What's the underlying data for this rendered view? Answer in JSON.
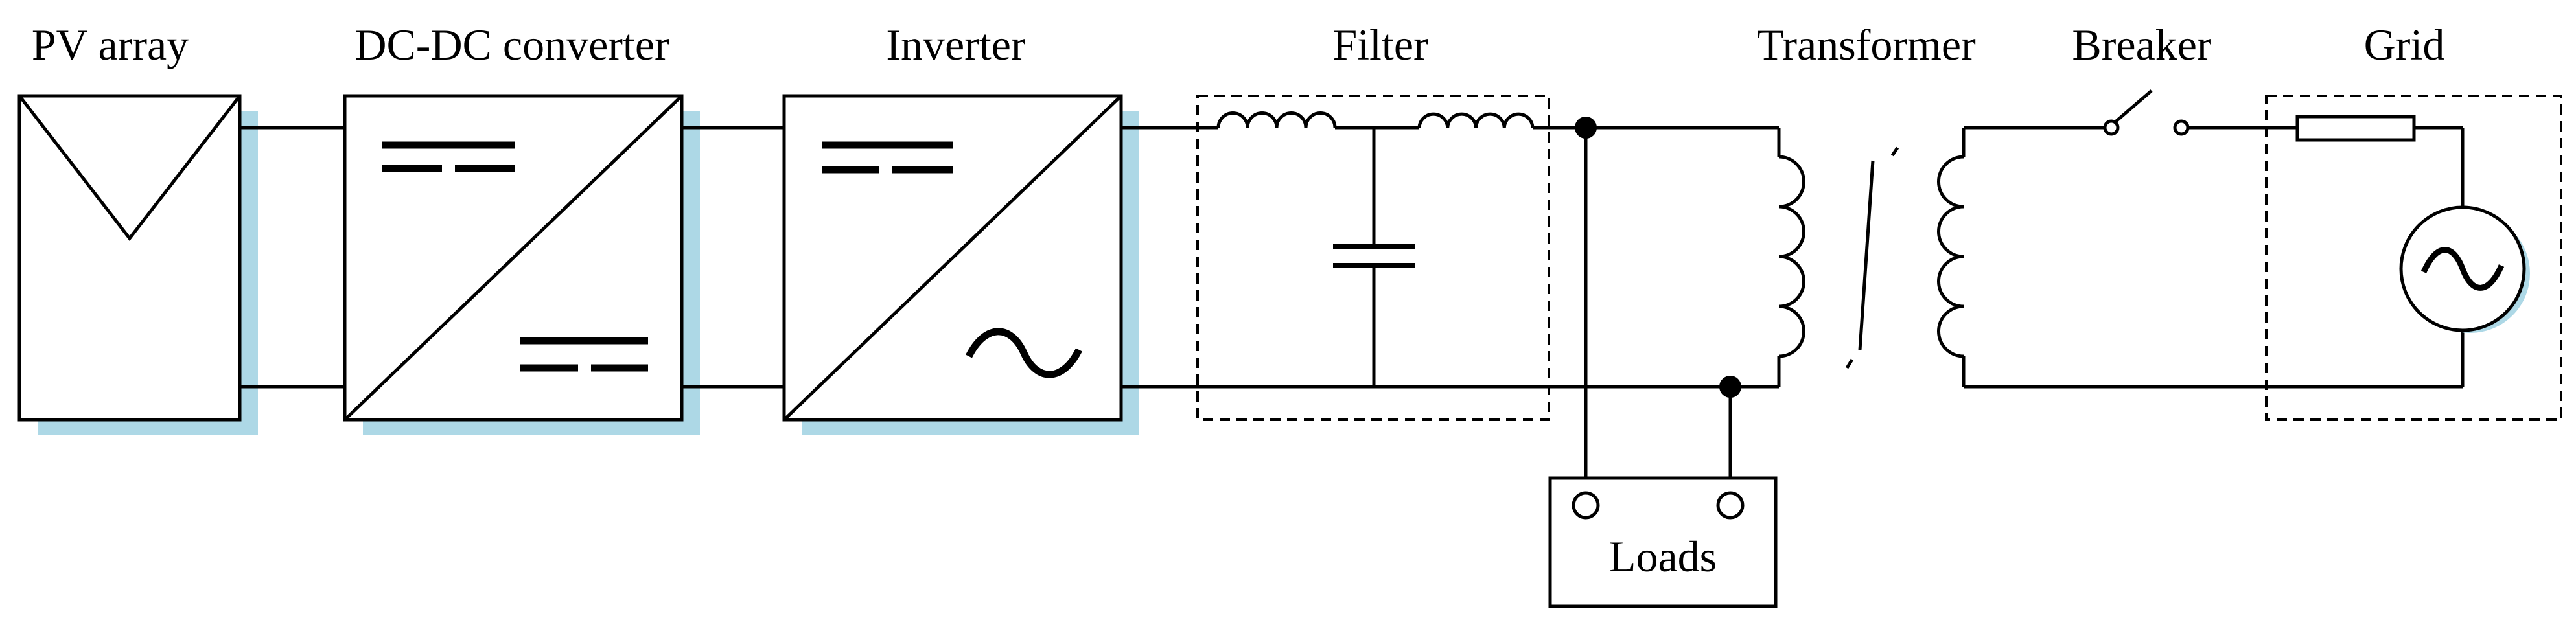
{
  "diagram": {
    "labels": {
      "pv_array": "PV array",
      "dcdc": "DC-DC converter",
      "inverter": "Inverter",
      "filter": "Filter",
      "transformer": "Transformer",
      "breaker": "Breaker",
      "grid": "Grid",
      "loads": "Loads"
    },
    "colors": {
      "line": "#000000",
      "shadow": "#add8e6",
      "background": "#ffffff"
    },
    "icons": {
      "pv": "solar-panel-icon",
      "dcdc": "dc-dc-converter-icon",
      "inverter": "inverter-icon",
      "inductor": "inductor-icon",
      "capacitor": "capacitor-icon",
      "transformer": "transformer-icon",
      "breaker": "switch-icon",
      "resistor": "resistor-icon",
      "ac_source": "ac-source-icon"
    }
  }
}
